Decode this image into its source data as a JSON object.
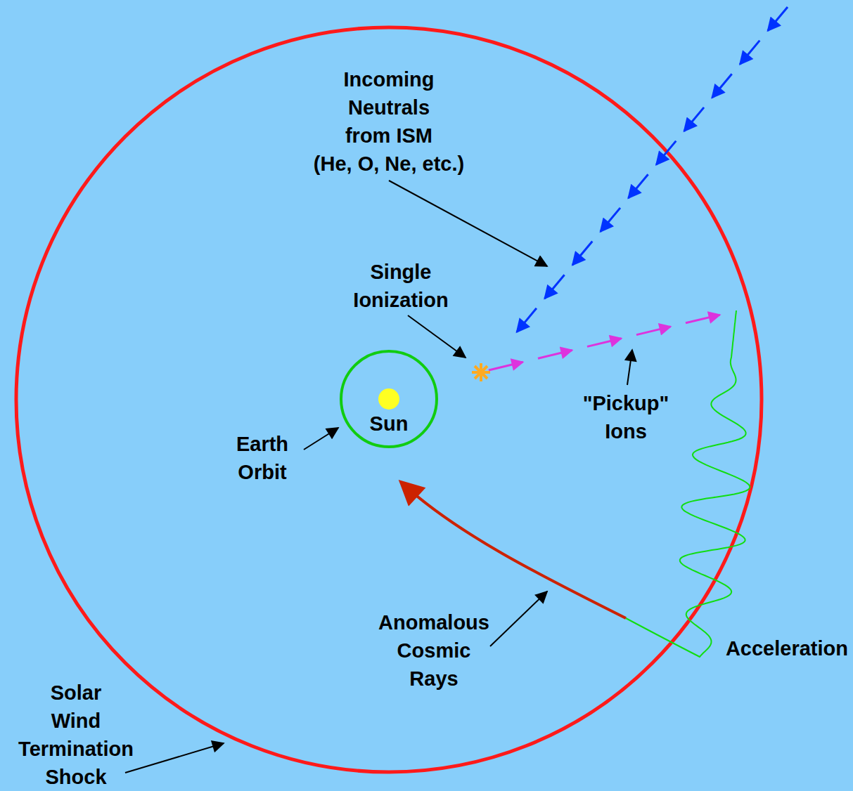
{
  "diagram": {
    "labels": [
      "Incoming Neutrals from ISM (He, O, Ne, etc.)",
      "Single Ionization",
      "\"Pickup\" Ions",
      "Sun",
      "Earth Orbit",
      "Anomalous Cosmic Rays",
      "Acceleration",
      "Solar Wind Termination Shock"
    ]
  }
}
